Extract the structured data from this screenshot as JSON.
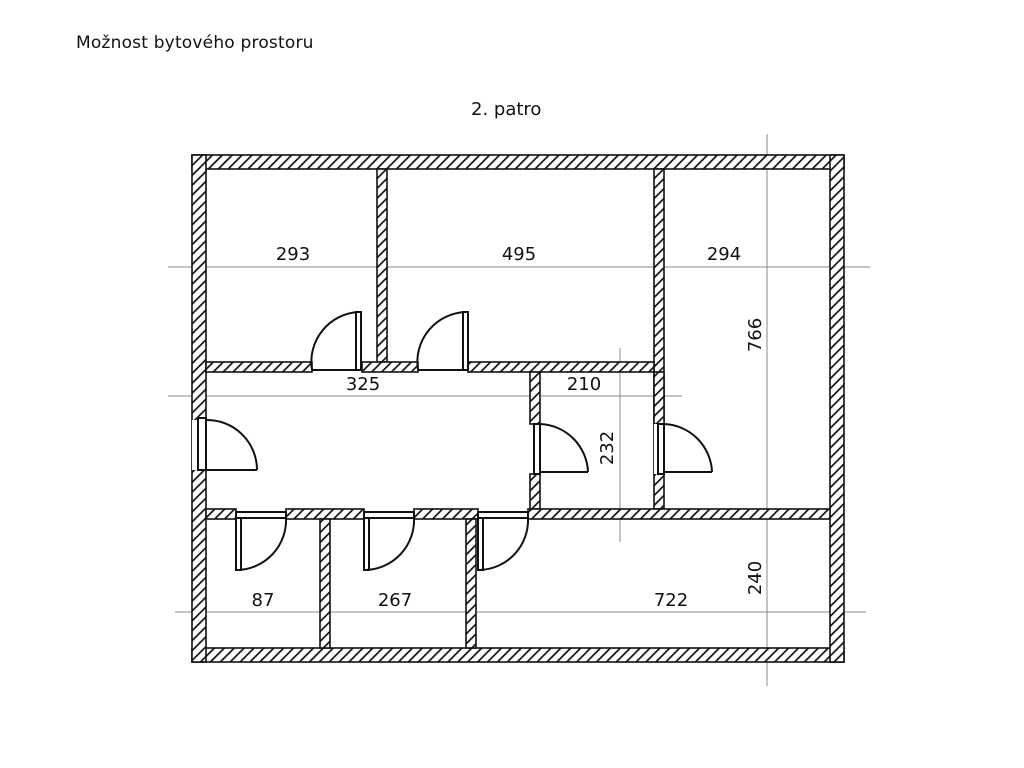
{
  "header": {
    "title": "Možnost bytového prostoru",
    "floor": "2. patro"
  },
  "plan": {
    "wall_color": "#111111",
    "room_labels": {
      "top_left": "293",
      "top_middle": "495",
      "top_right": "294",
      "hall": "325",
      "small_room": "210",
      "bottom_left": "87",
      "bottom_middle": "267",
      "bottom_right": "722"
    },
    "dimensions": {
      "right_height": "766",
      "small_room_height": "232",
      "bottom_height": "240"
    }
  }
}
